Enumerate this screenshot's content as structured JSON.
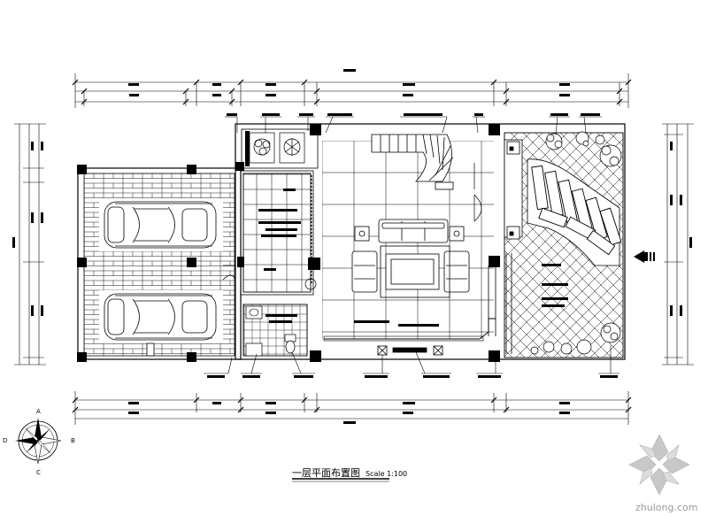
{
  "drawing": {
    "title": "一层平面布置图",
    "scale": "Scale 1:100"
  },
  "compass": {
    "north": "A",
    "east": "B",
    "west": "D",
    "south": "C"
  },
  "entrance_icon": "entrance-arrow-icon",
  "watermark": {
    "text": "zhulong.com",
    "icon": "zhulong-logo-icon"
  },
  "colors": {
    "line": "#000000",
    "watermark": "#9a9a9a"
  }
}
